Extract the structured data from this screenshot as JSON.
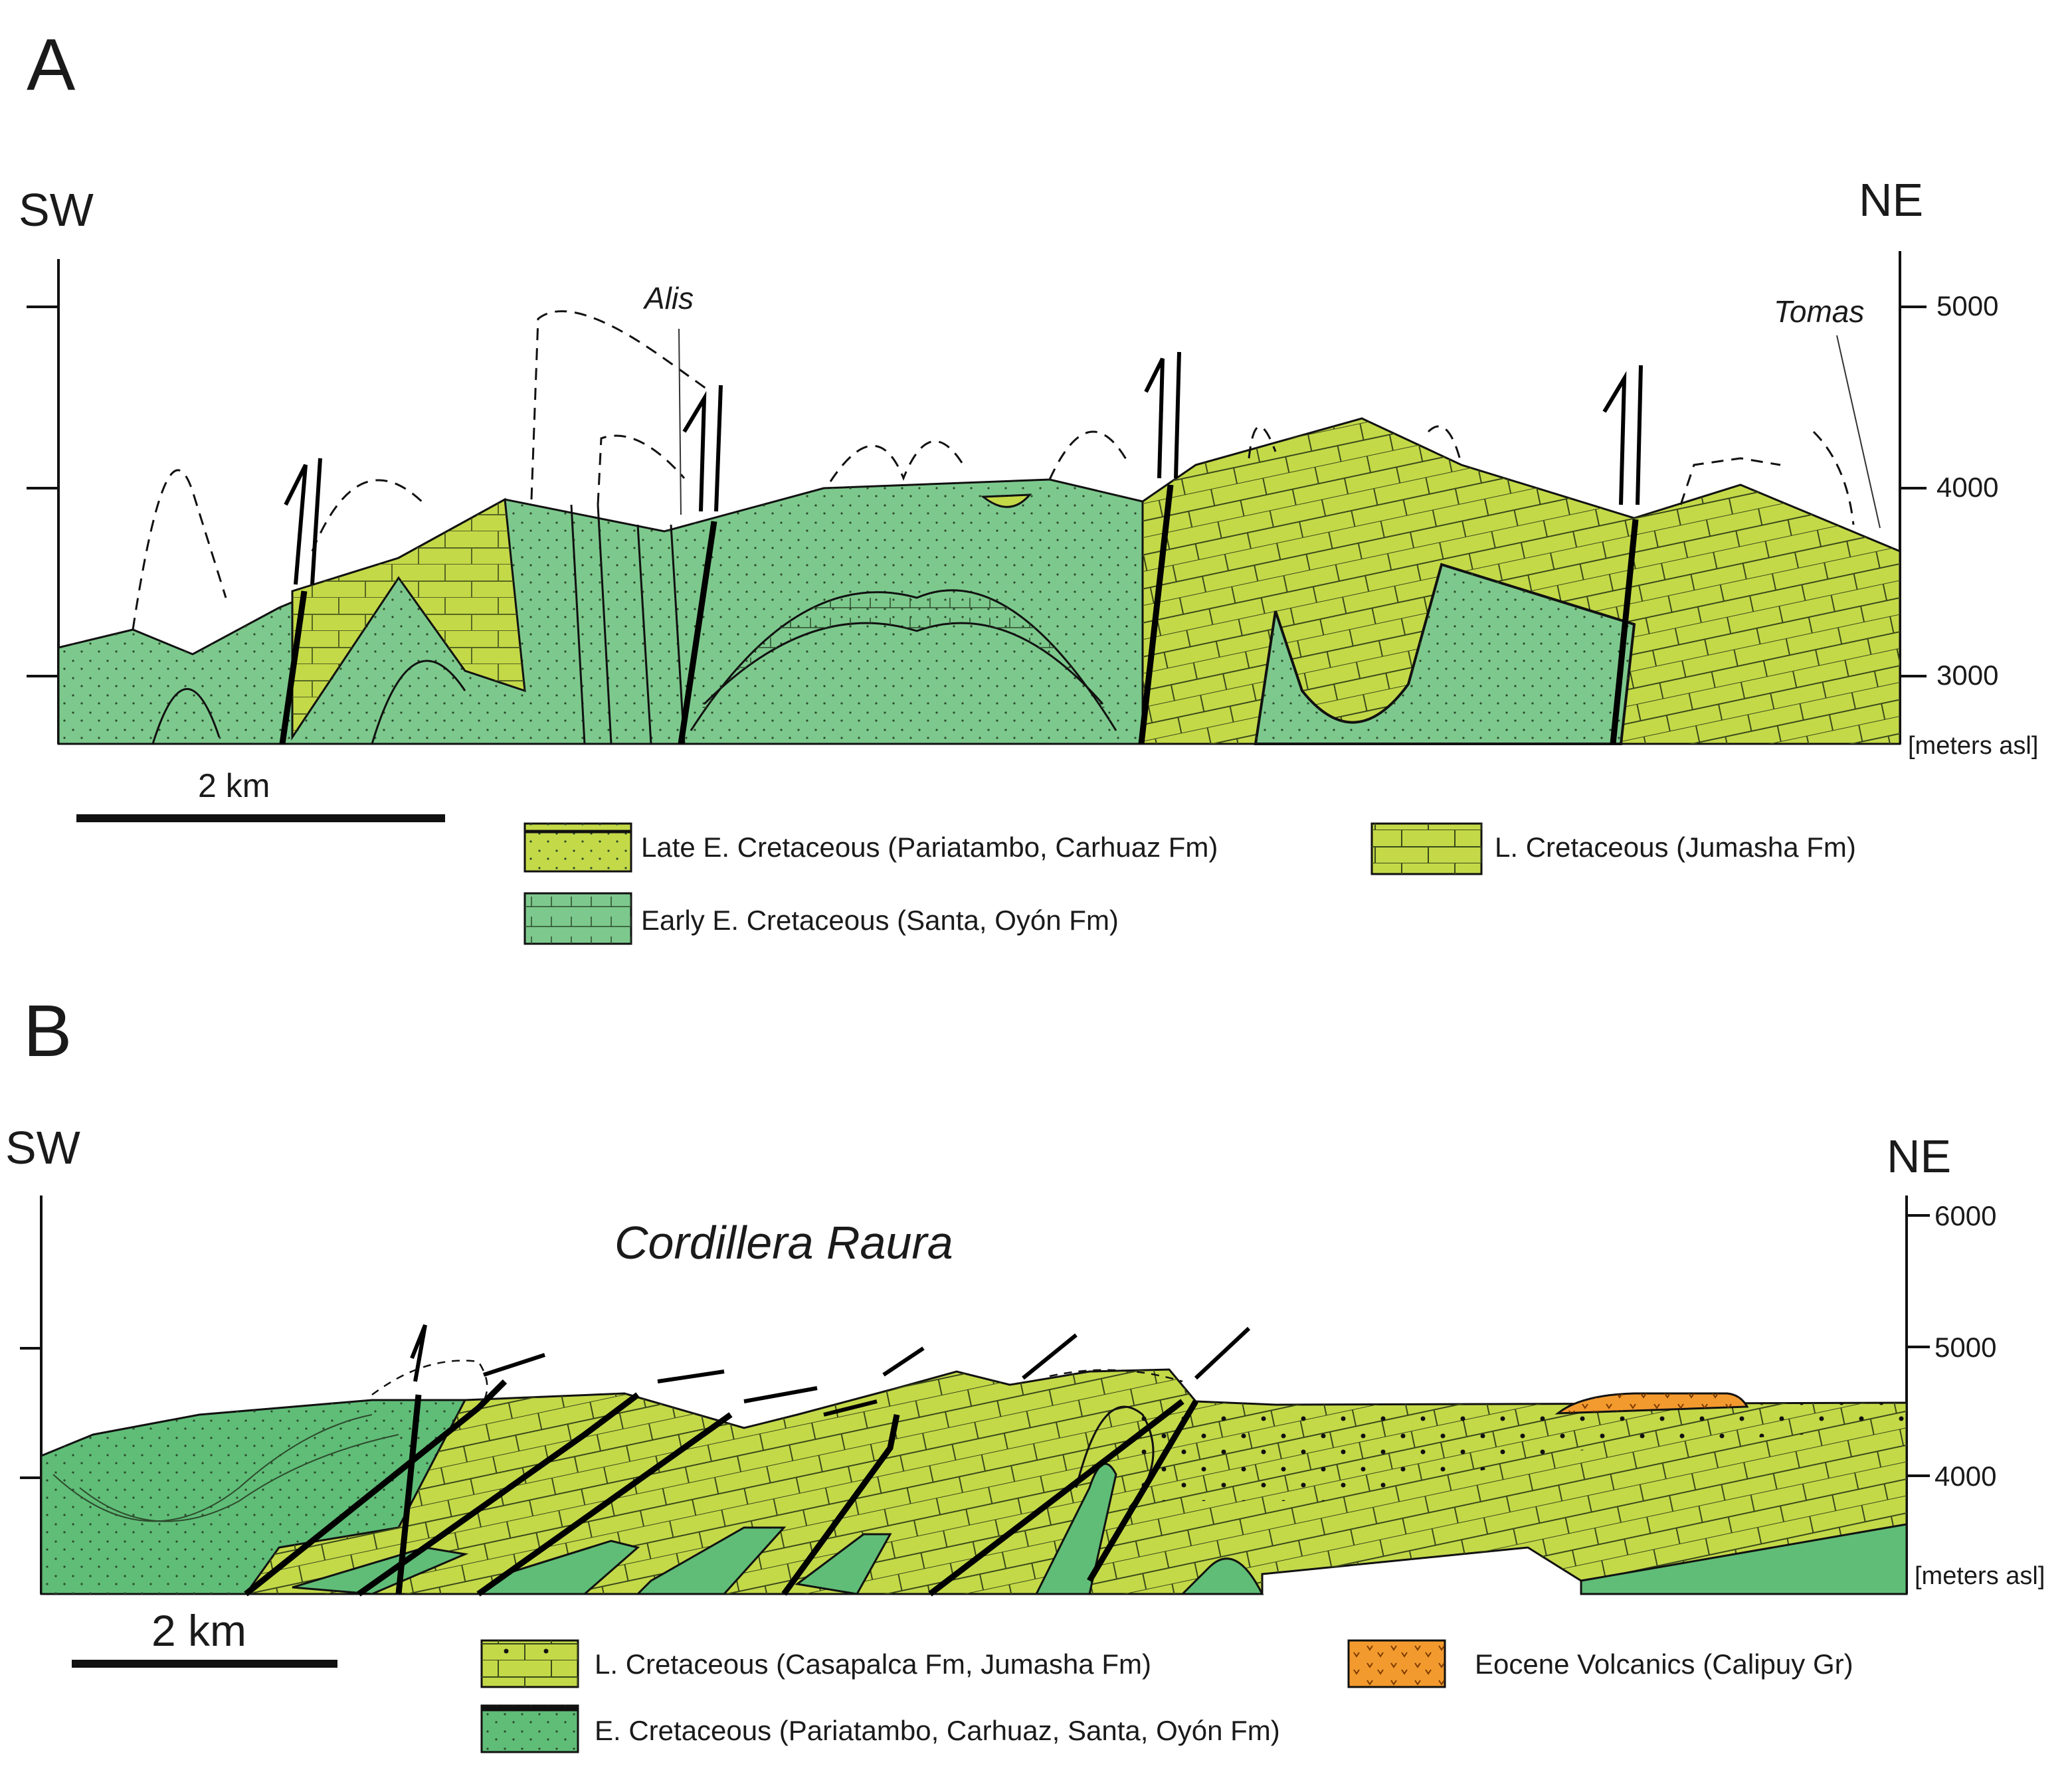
{
  "panels": [
    {
      "id": "A",
      "label": "A",
      "left_direction": "SW",
      "right_direction": "NE",
      "localities": [
        "Alis",
        "Tomas"
      ],
      "axis_unit": "[meters asl]",
      "elevation_ticks": [
        3000,
        4000,
        5000
      ],
      "scale_bar": "2 km",
      "legend": [
        {
          "label": "Late E. Cretaceous (Pariatambo, Carhuaz Fm)",
          "color": "#c4d948",
          "pattern": "dotted"
        },
        {
          "label": "L. Cretaceous (Jumasha Fm)",
          "color": "#c4d948",
          "pattern": "brick"
        },
        {
          "label": "Early E. Cretaceous (Santa, Oyón Fm)",
          "color": "#7dc98d",
          "pattern": "bedded"
        }
      ]
    },
    {
      "id": "B",
      "label": "B",
      "left_direction": "SW",
      "right_direction": "NE",
      "range_name": "Cordillera Raura",
      "axis_unit": "[meters asl]",
      "elevation_ticks": [
        4000,
        5000,
        6000
      ],
      "scale_bar": "2 km",
      "legend": [
        {
          "label": "L. Cretaceous (Casapalca Fm, Jumasha Fm)",
          "color": "#c4d948",
          "pattern": "brick-dotted"
        },
        {
          "label": "Eocene Volcanics (Calipuy Gr)",
          "color": "#f39a2e",
          "pattern": "v-marks"
        },
        {
          "label": "E. Cretaceous (Pariatambo, Carhuaz, Santa, Oyón Fm)",
          "color": "#5fbd77",
          "pattern": "dotted"
        }
      ]
    }
  ],
  "colors": {
    "early_cretaceous": "#7dc98d",
    "early_cretaceous_dark": "#5fbd77",
    "late_cretaceous": "#c4d948",
    "volcanics": "#f39a2e",
    "fault": "#000000"
  }
}
